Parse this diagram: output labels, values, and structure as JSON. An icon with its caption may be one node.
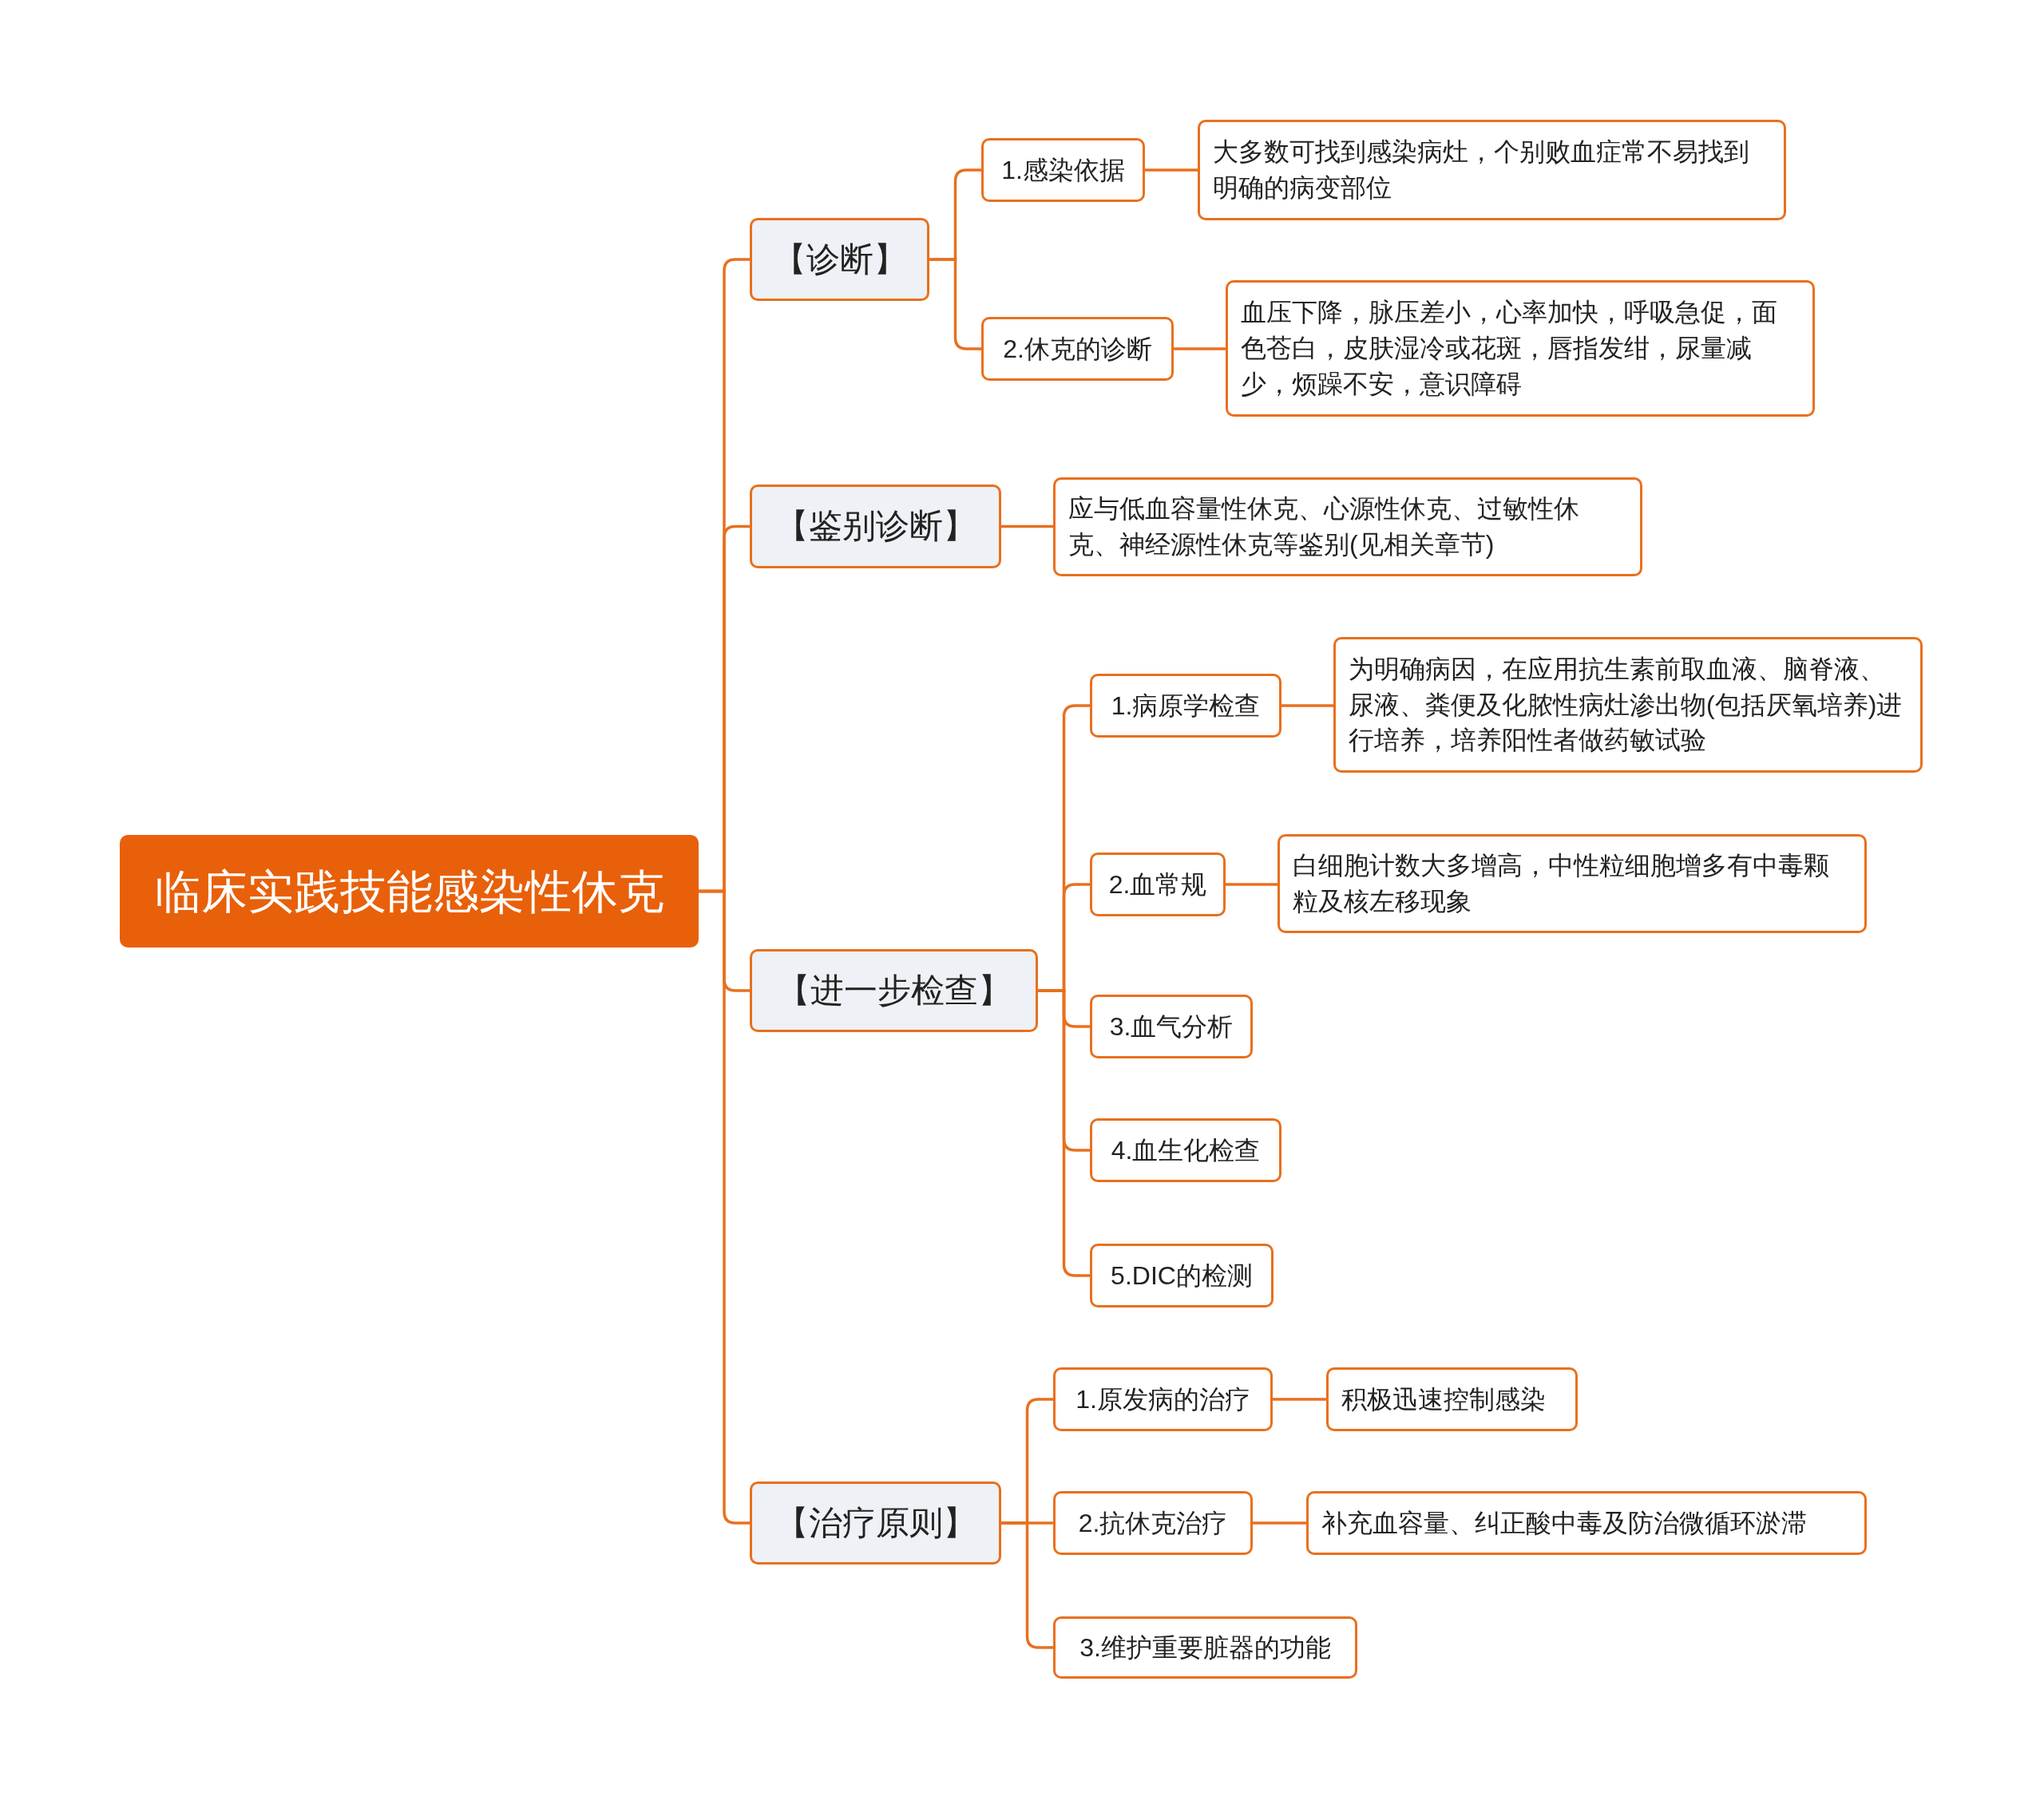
{
  "diagram": {
    "nodes": [
      {
        "text": [
          "临床实践技能感染性休克"
        ]
      },
      {
        "text": [
          "【诊断】"
        ]
      },
      {
        "text": [
          "1.感染依据"
        ]
      },
      {
        "text": [
          "大多数可找到感染病灶，个别败血症常不易找到明确的病变部位"
        ]
      },
      {
        "text": [
          "2.休克的诊断"
        ]
      },
      {
        "text": [
          "血压下降，脉压差小，心率加快，呼吸急促，面色苍白，皮肤湿冷或花斑，唇指发绀，尿量减少，烦躁不安，意识障碍"
        ]
      },
      {
        "text": [
          "【鉴别诊断】"
        ]
      },
      {
        "text": [
          "应与低血容量性休克、心源性休克、过敏性休克、神经源性休克等鉴别(见相关章节)"
        ]
      },
      {
        "text": [
          "【进一步检查】"
        ]
      },
      {
        "text": [
          "1.病原学检查"
        ]
      },
      {
        "text": [
          "为明确病因，在应用抗生素前取血液、脑脊液、尿液、粪便及化脓性病灶渗出物(包括厌氧培养)进行培养，培养阳性者做药敏试验"
        ]
      },
      {
        "text": [
          "2.血常规"
        ]
      },
      {
        "text": [
          "白细胞计数大多增高，中性粒细胞增多有中毒颗粒及核左移现象"
        ]
      },
      {
        "text": [
          "3.血气分析"
        ]
      },
      {
        "text": [
          "4.血生化检查"
        ]
      },
      {
        "text": [
          "5.DIC的检测"
        ]
      },
      {
        "text": [
          "【治疗原则】"
        ]
      },
      {
        "text": [
          "1.原发病的治疗"
        ]
      },
      {
        "text": [
          "积极迅速控制感染"
        ]
      },
      {
        "text": [
          "2.抗休克治疗"
        ]
      },
      {
        "text": [
          "补充血容量、纠正酸中毒及防治微循环淤滞"
        ]
      },
      {
        "text": [
          "3.维护重要脏器的功能"
        ]
      }
    ],
    "edges": [
      {
        "from": 0,
        "to": 1,
        "arrow": "none"
      },
      {
        "from": 1,
        "to": 2,
        "arrow": "none"
      },
      {
        "from": 2,
        "to": 3,
        "arrow": "none"
      },
      {
        "from": 1,
        "to": 4,
        "arrow": "none"
      },
      {
        "from": 4,
        "to": 5,
        "arrow": "none"
      },
      {
        "from": 0,
        "to": 6,
        "arrow": "none"
      },
      {
        "from": 6,
        "to": 7,
        "arrow": "none"
      },
      {
        "from": 0,
        "to": 8,
        "arrow": "none"
      },
      {
        "from": 8,
        "to": 9,
        "arrow": "none"
      },
      {
        "from": 9,
        "to": 10,
        "arrow": "none"
      },
      {
        "from": 8,
        "to": 11,
        "arrow": "none"
      },
      {
        "from": 11,
        "to": 12,
        "arrow": "none"
      },
      {
        "from": 8,
        "to": 13,
        "arrow": "none"
      },
      {
        "from": 8,
        "to": 14,
        "arrow": "none"
      },
      {
        "from": 8,
        "to": 15,
        "arrow": "none"
      },
      {
        "from": 0,
        "to": 16,
        "arrow": "none"
      },
      {
        "from": 16,
        "to": 17,
        "arrow": "none"
      },
      {
        "from": 17,
        "to": 18,
        "arrow": "none"
      },
      {
        "from": 16,
        "to": 19,
        "arrow": "none"
      },
      {
        "from": 19,
        "to": 20,
        "arrow": "none"
      },
      {
        "from": 16,
        "to": 21,
        "arrow": "none"
      }
    ]
  }
}
